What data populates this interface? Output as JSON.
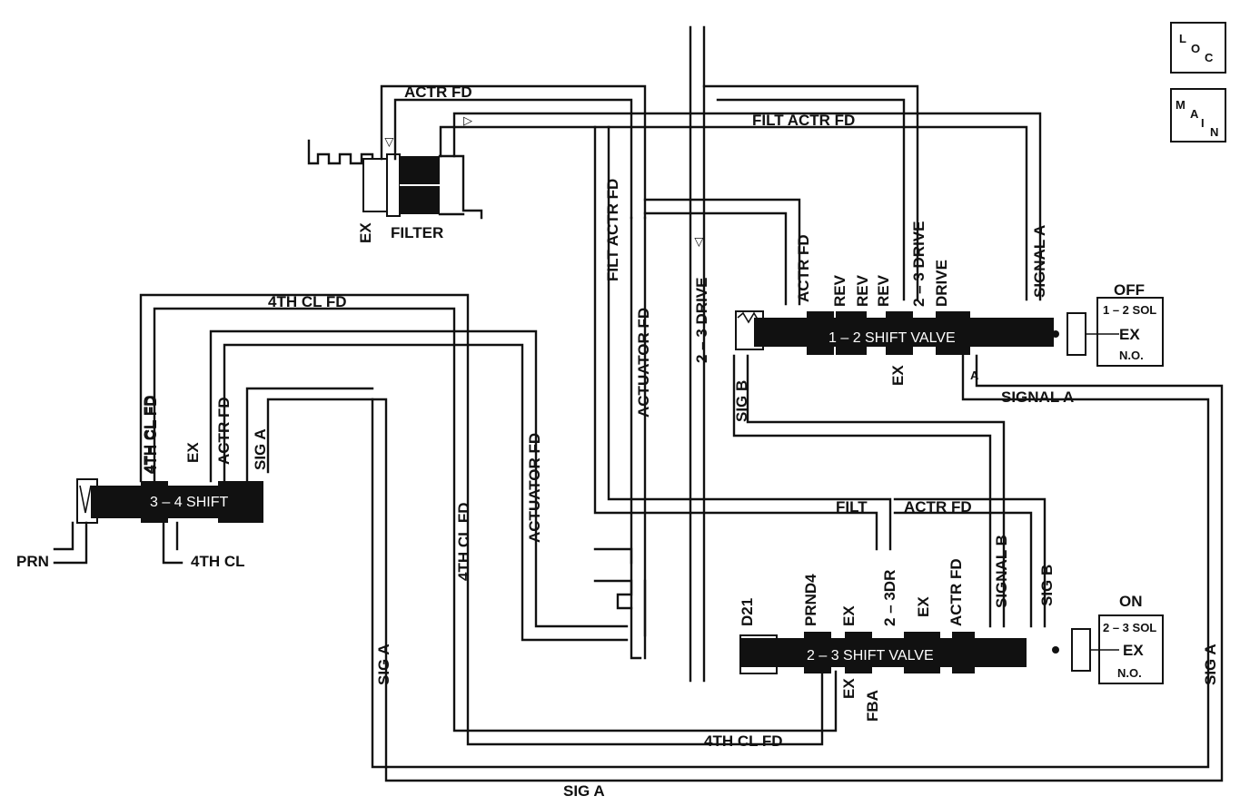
{
  "indicators": {
    "loc": {
      "l1": "L",
      "l2": "O",
      "l3": "C"
    },
    "main": {
      "l1": "M",
      "l2": "A",
      "l3": "I",
      "l4": "N"
    }
  },
  "filter": {
    "label": "FILTER",
    "ex": "EX"
  },
  "lines": {
    "actr_fd_top": "ACTR FD",
    "filt_actr_fd_top": "FILT ACTR FD",
    "filt_actr_fd_vert": "FILT ACTR FD",
    "actuator_fd_vert": "ACTUATOR FD",
    "two_three_drive_vert": "2 – 3 DRIVE",
    "fourth_cl_fd_top": "4TH CL FD",
    "fourth_cl_fd_left": "4TH CL FD",
    "fourth_cl_fd_mid": "4TH CL FD",
    "fourth_cl_fd_bottom": "4TH CL FD",
    "actuator_fd_mid": "ACTUATOR FD",
    "sig_a_bottom": "SIG A",
    "sig_a_left": "SIG A",
    "sig_a_right": "SIG A",
    "signal_a_mid": "SIGNAL A",
    "filt_mid": "FILT",
    "actr_fd_mid": "ACTR FD"
  },
  "shift_12": {
    "label": "1 – 2 SHIFT VALVE",
    "ports_top": [
      "ACTR FD",
      "REV",
      "REV",
      "REV",
      "2 – 3 DRIVE",
      "DRIVE",
      "SIGNAL A"
    ],
    "ports_bottom": [
      "SIG B",
      "EX",
      "A"
    ],
    "solenoid": {
      "state": "OFF",
      "name": "1 – 2 SOL",
      "ex": "EX",
      "type": "N.O."
    }
  },
  "shift_23": {
    "label": "2 – 3 SHIFT VALVE",
    "ports_top": [
      "D21",
      "PRND4",
      "EX",
      "2 – 3DR",
      "EX",
      "ACTR FD",
      "SIGNAL B",
      "SIG B"
    ],
    "ports_bottom": [
      "EX",
      "FBA"
    ],
    "solenoid": {
      "state": "ON",
      "name": "2 – 3 SOL",
      "ex": "EX",
      "type": "N.O."
    }
  },
  "shift_34": {
    "label": "3 – 4 SHIFT",
    "ports_top": [
      "4TH CL FD",
      "EX",
      "ACTR FD",
      "SIG A"
    ],
    "ports_bottom": [
      "PRN",
      "4TH CL"
    ]
  },
  "signal_b_mid": "SIGNAL B",
  "arrow_glyph": "▷"
}
